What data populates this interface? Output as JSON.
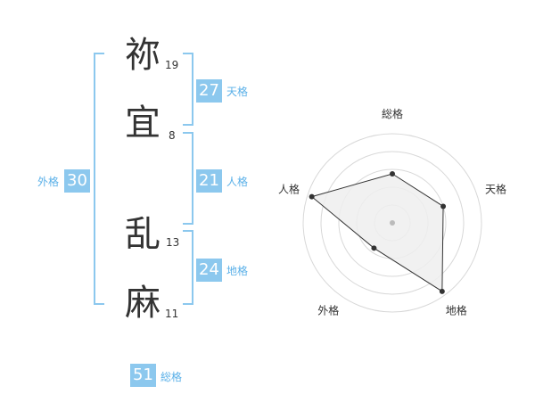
{
  "name": {
    "chars": [
      {
        "char": "祢",
        "strokes": "19"
      },
      {
        "char": "宜",
        "strokes": "8"
      },
      {
        "char": "乱",
        "strokes": "13"
      },
      {
        "char": "麻",
        "strokes": "11"
      }
    ]
  },
  "scores": {
    "tenkaku": {
      "value": "27",
      "label": "天格"
    },
    "jinkaku": {
      "value": "21",
      "label": "人格"
    },
    "chikaku": {
      "value": "24",
      "label": "地格"
    },
    "gaikaku": {
      "value": "30",
      "label": "外格"
    },
    "soukaku": {
      "value": "51",
      "label": "総格"
    }
  },
  "chart_data": {
    "type": "radar",
    "axes": [
      "総格",
      "天格",
      "地格",
      "外格",
      "人格"
    ],
    "values": [
      0.55,
      0.6,
      0.95,
      0.35,
      0.95
    ],
    "rings": 5,
    "grid": true,
    "colors": {
      "fill": "#eeeeee",
      "stroke": "#333333",
      "grid": "#d8d8d8",
      "point": "#333333",
      "center": "#bbbbbb"
    }
  },
  "colors": {
    "accent": "#8cc8ee",
    "label": "#5ab0e8"
  }
}
